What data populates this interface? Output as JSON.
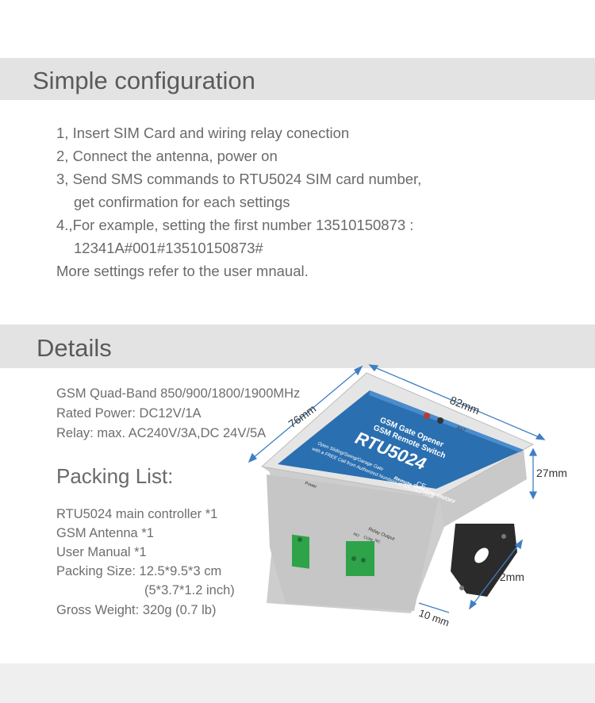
{
  "config": {
    "title": "Simple configuration",
    "lines": [
      "1, Insert SIM Card and wiring relay conection",
      "2, Connect the antenna, power on",
      "3, Send SMS commands to RTU5024 SIM card number,",
      "get confirmation for each settings",
      "4.,For example, setting the first number 13510150873 :",
      "12341A#001#13510150873#",
      "More settings refer to the user mnaual."
    ]
  },
  "details": {
    "title": "Details",
    "specs": [
      "GSM Quad-Band 850/900/1800/1900MHz",
      "Rated Power: DC12V/1A",
      "Relay: max. AC240V/3A,DC 24V/5A"
    ]
  },
  "packing": {
    "title": "Packing List:",
    "items": [
      "RTU5024 main controller *1",
      "GSM Antenna *1",
      "User Manual *1",
      "Packing Size: 12.5*9.5*3 cm",
      "(5*3.7*1.2 inch)",
      "Gross Weight: 320g  (0.7 lb)"
    ]
  },
  "device": {
    "label_line1": "GSM Gate Opener",
    "label_line2": "GSM Remote Switch",
    "model": "RTU5024",
    "caption1": "Open Sliding/Swing/Garage Gate",
    "caption2": "with a FREE Call from Authorized Numbers at Specified Time!",
    "caption3": "Remote Switching ON/OFF",
    "power_label": "Power",
    "relay_label": "Relay Output",
    "relay_pins": [
      "NO",
      "COM",
      "NC"
    ],
    "ant_label": "ANT",
    "ce_mark": "CE",
    "colors": {
      "panel_blue": "#2a6fb0",
      "case_grey": "#d8d8d8",
      "terminal_green": "#2fa34a",
      "dimension_blue": "#3f7fc4"
    }
  },
  "dimensions": {
    "width": "82mm",
    "depth": "76mm",
    "height": "27mm",
    "bracket": "42mm",
    "flange": "10 mm"
  }
}
